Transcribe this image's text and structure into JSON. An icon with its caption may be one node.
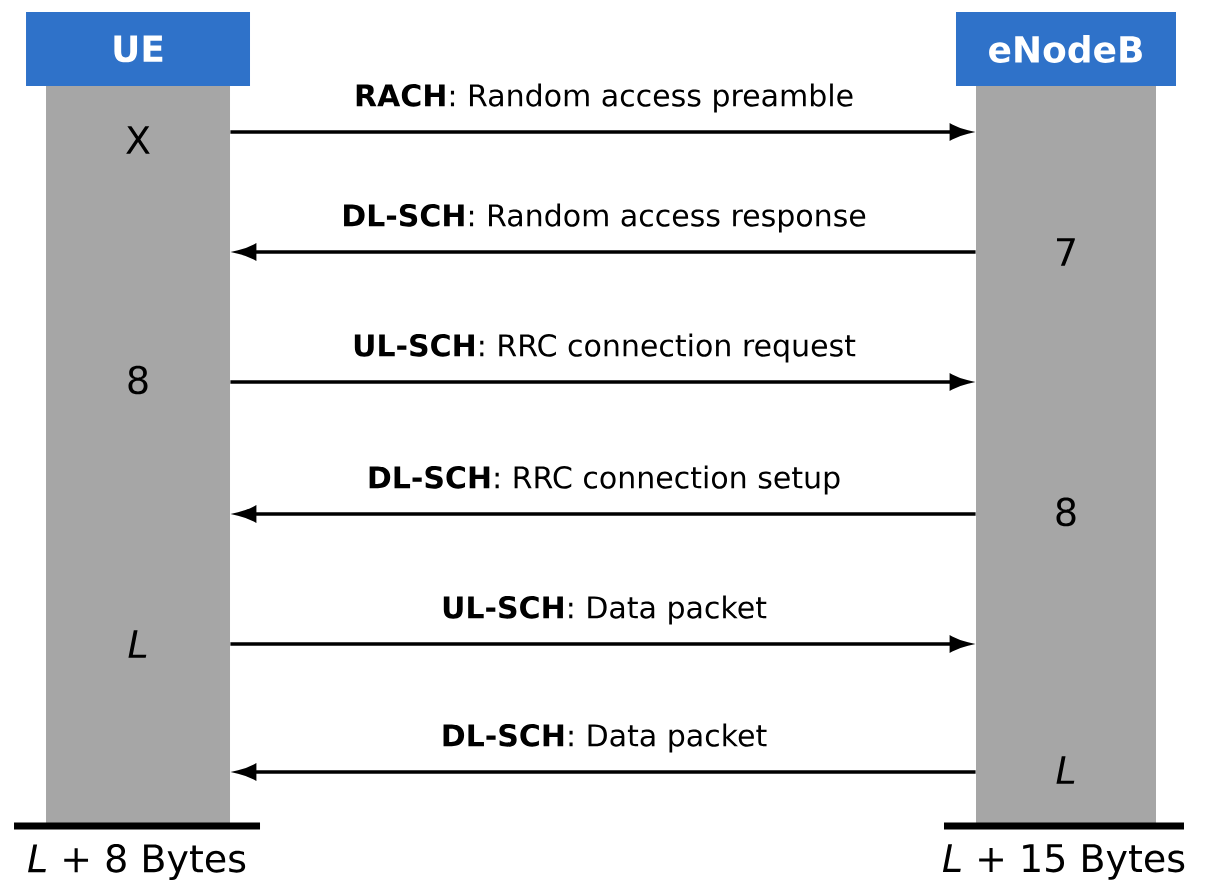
{
  "diagram": {
    "nodes": [
      {
        "text": [
          "UE"
        ]
      },
      {
        "text": [
          "X",
          "8",
          "*L*"
        ],
        "beside": [
          "*L* + 8 Bytes"
        ]
      },
      {
        "text": [
          "eNodeB"
        ]
      },
      {
        "text": [
          "7",
          "8",
          "*L*"
        ],
        "beside": [
          "*L* + 15 Bytes"
        ]
      }
    ],
    "edges": [
      {
        "from": 1,
        "to": 3,
        "arrow": "to",
        "label": "**RACH**: Random access preamble"
      },
      {
        "from": 3,
        "to": 1,
        "arrow": "to",
        "label": "**DL-SCH**: Random access response"
      },
      {
        "from": 1,
        "to": 3,
        "arrow": "to",
        "label": "**UL-SCH**: RRC connection request"
      },
      {
        "from": 3,
        "to": 1,
        "arrow": "to",
        "label": "**DL-SCH**: RRC connection setup"
      },
      {
        "from": 1,
        "to": 3,
        "arrow": "to",
        "label": "**UL-SCH**: Data packet"
      },
      {
        "from": 3,
        "to": 1,
        "arrow": "to",
        "label": "**DL-SCH**: Data packet"
      }
    ]
  }
}
